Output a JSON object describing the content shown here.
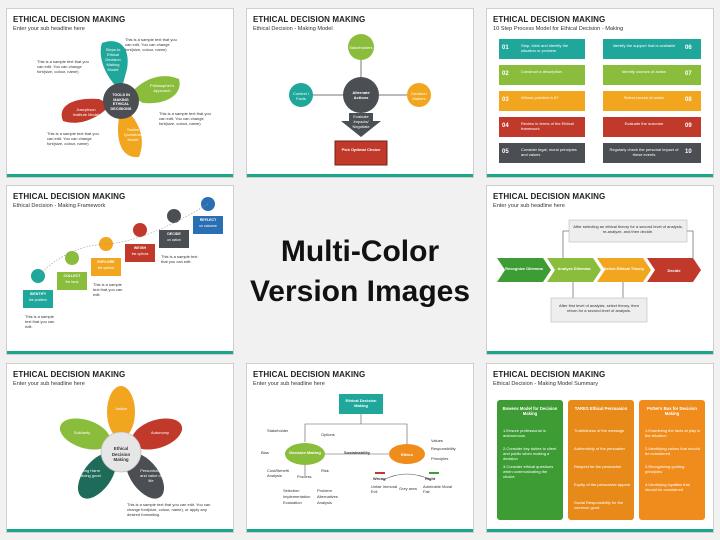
{
  "center_label": [
    "Multi-Color",
    "Version Images"
  ],
  "slides": [
    {
      "title": "ETHICAL DECISION MAKING",
      "subtitle": "Enter your sub headline here",
      "center": "TOOLS IN MAKING ETHICAL DECISIONS",
      "petals": [
        "Steps to Ethical Decision Making Model",
        "Philosopher's Approach",
        "Twelve Questions Model",
        "Josephson Institute Model"
      ],
      "notes": [
        "This is a sample text that you can edit. You can change font(size, colour, name)",
        "This is a sample text that you can edit. You can change font(size, colour, name)",
        "This is a sample text that you can edit. You can change font(size, colour, name)",
        "This is a sample text that you can edit. You can change font(size, colour, name)"
      ]
    },
    {
      "title": "ETHICAL DECISION MAKING",
      "subtitle": "Ethical Decision - Making Model",
      "center": "Alternate Actions",
      "nodes": [
        "Stakeholders",
        "Context / Facts",
        "Decision Makers"
      ],
      "arrow": "Evaluate Impacts/ Negotiate",
      "box": "Pick Optimal Choice"
    },
    {
      "title": "ETHICAL DECISION MAKING",
      "subtitle": "10 Step Process Model for Ethical Decision - Making",
      "left": [
        {
          "n": "01",
          "text": "Stop, think and identify the situation or problem"
        },
        {
          "n": "02",
          "text": "Construct a description"
        },
        {
          "n": "03",
          "text": "Whose problem is it?"
        },
        {
          "n": "04",
          "text": "Review in terms of the Ethical framework"
        },
        {
          "n": "05",
          "text": "Consider legal, moral principles and values"
        }
      ],
      "right": [
        {
          "n": "06",
          "text": "Identify the support that is available"
        },
        {
          "n": "07",
          "text": "Identify courses of action"
        },
        {
          "n": "08",
          "text": "Select course of action"
        },
        {
          "n": "09",
          "text": "Evaluate the outcome"
        },
        {
          "n": "10",
          "text": "Regularly check the personal impact of these events"
        }
      ]
    },
    {
      "title": "ETHICAL DECISION MAKING",
      "subtitle": "Ethical Decision - Making Framework",
      "steps": [
        {
          "name": "IDENTIFY",
          "sub": "the problem"
        },
        {
          "name": "COLLECT",
          "sub": "the facts"
        },
        {
          "name": "EXPLORE",
          "sub": "the options"
        },
        {
          "name": "WEIGH",
          "sub": "the options"
        },
        {
          "name": "DECIDE",
          "sub": "on action"
        },
        {
          "name": "REFLECT",
          "sub": "on outcome"
        }
      ],
      "note": "This is a sample text that you can edit."
    },
    {
      "title": "ETHICAL DECISION MAKING",
      "subtitle": "Enter your sub headline here",
      "top_note": "After selecting an ethical theory for a second level of analysis, re-analyze, and then decide.",
      "chevrons": [
        "Recognize Dilemma",
        "Analyze Dilemma",
        "Select Ethical Theory",
        "Decide"
      ],
      "bottom_note": "After first level of analysis, select theory, then return for a second level of analysis."
    },
    {
      "title": "ETHICAL DECISION MAKING",
      "subtitle": "Enter your sub headline here",
      "center": "Ethical Decision Making",
      "petals": [
        "Justice",
        "Autonomy",
        "Personhood and value of life",
        "Avoiding Harm and doing good",
        "Solidarity"
      ],
      "note": "This is a sample text that you can edit. You can change font(size, colour, name), or apply any desired formatting."
    },
    {
      "title": "ETHICAL DECISION MAKING",
      "subtitle": "Enter your sub headline here",
      "root": "Ethical Decision Making",
      "left_center": "Decision Making",
      "right_center": "Ethics",
      "sustainability": "Sustainability",
      "left_labels": [
        "Stakeholder",
        "Options",
        "Bias",
        "Cost/Benefit Analysis",
        "Process",
        "Risk"
      ],
      "process_items": [
        "Selection",
        "Implementation",
        "Evaluation",
        "Problem",
        "Alternatives",
        "Analysis"
      ],
      "right_labels": [
        "Values",
        "Responsibility",
        "Principles",
        "Wrong",
        "Right",
        "Unfair Immoral Evil",
        "Grey area",
        "Admirable Moral Fair"
      ]
    },
    {
      "title": "ETHICAL DECISION MAKING",
      "subtitle": "Ethical Decision - Making Model Summary",
      "cards": [
        {
          "title": "Bowens Model for Decision Making",
          "color": "#3e9c35",
          "items": [
            "1.Ensure professional is autonomous",
            "2.Consider key duties to client and public when making a decision",
            "3.Consider ethical questions when communicating the choice"
          ]
        },
        {
          "title": "TARES Ethical Persuasion",
          "color": "#e88a1a",
          "items": [
            "Truthfulness of the message",
            "Authenticity of the persuader",
            "Respect for the persuadee",
            "Equity of the persuasive appeal",
            "Social Responsibility for the common good"
          ]
        },
        {
          "title": "Potter's Box for Decision Making",
          "color": "#f08c1c",
          "items": [
            "1.Examining the facts at play in the situation",
            "2.Identifying values that should be considered",
            "3.Recognizing guiding principles",
            "4.Identifying loyalties that should be considered"
          ]
        }
      ]
    }
  ]
}
